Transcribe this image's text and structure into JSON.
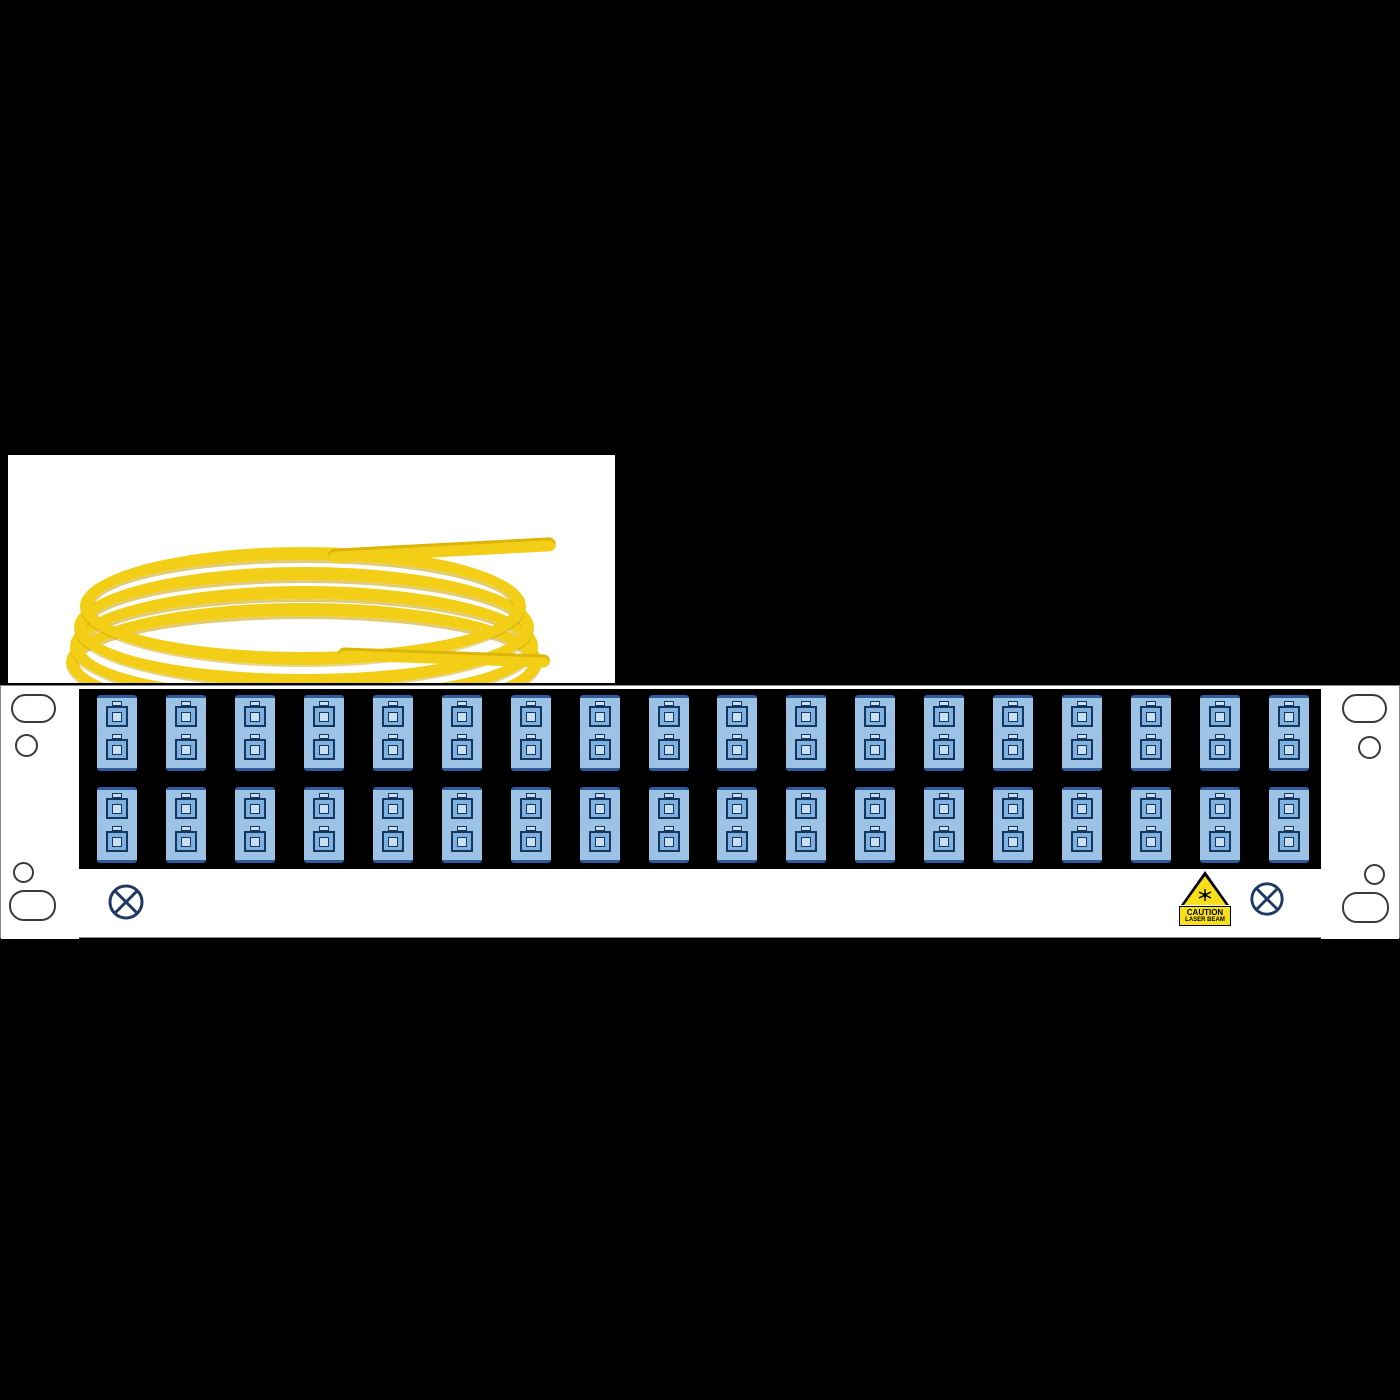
{
  "scene": {
    "background_color": "#000000",
    "description": "Product image of a 1U fiber optic patch panel loaded with blue duplex LC adapters, with an inset photo of a coiled yellow single-mode fiber pigtail"
  },
  "photo": {
    "subject": "coiled-yellow-fiber-pigtail",
    "background_color": "#FFFFFF",
    "cable_color": "#F2CE17",
    "cable_shade_color": "#C9A000"
  },
  "panel": {
    "faceplate_color": "#FFFFFF",
    "body_color": "#000000",
    "outline_color": "#3A3A3A",
    "ports": {
      "rows": 2,
      "columns": 18,
      "module_color": "#9CC2E5",
      "module_cap_color": "#2E5B9A",
      "connector_face_color": "#7FB2E0",
      "connector_inner_color": "#C9DFF2",
      "connector_outline_color": "#17365D",
      "connector_type": "duplex-LC"
    },
    "ground_symbol_color": "#1F3864",
    "caution_label": {
      "line1": "CAUTION",
      "line2": "LASER BEAM",
      "background_color": "#F7E017",
      "border_color": "#000000",
      "icon": "laser-warning-triangle"
    }
  }
}
